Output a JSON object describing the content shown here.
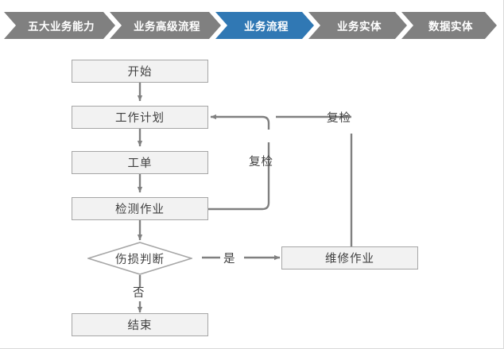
{
  "breadcrumb": {
    "items": [
      {
        "label": "五大业务能力",
        "state": "inactive"
      },
      {
        "label": "业务高级流程",
        "state": "inactive"
      },
      {
        "label": "业务流程",
        "state": "active"
      },
      {
        "label": "业务实体",
        "state": "inactive"
      },
      {
        "label": "数据实体",
        "state": "inactive"
      }
    ],
    "active_color": "#3078B4",
    "inactive_color": "#808080",
    "text_color": "#FFFFFF"
  },
  "flowchart": {
    "node_fill": "#F2F2F2",
    "node_border": "#A6A6A6",
    "line_color": "#808080",
    "text_color": "#404040",
    "nodes": {
      "start": "开始",
      "work_plan": "工作计划",
      "work_order": "工单",
      "inspection": "检测作业",
      "decision": "伤损判断",
      "repair": "维修作业",
      "end": "结束"
    },
    "edge_labels": {
      "recheck_inner": "复检",
      "recheck_outer": "复检",
      "yes": "是",
      "no": "否"
    }
  }
}
